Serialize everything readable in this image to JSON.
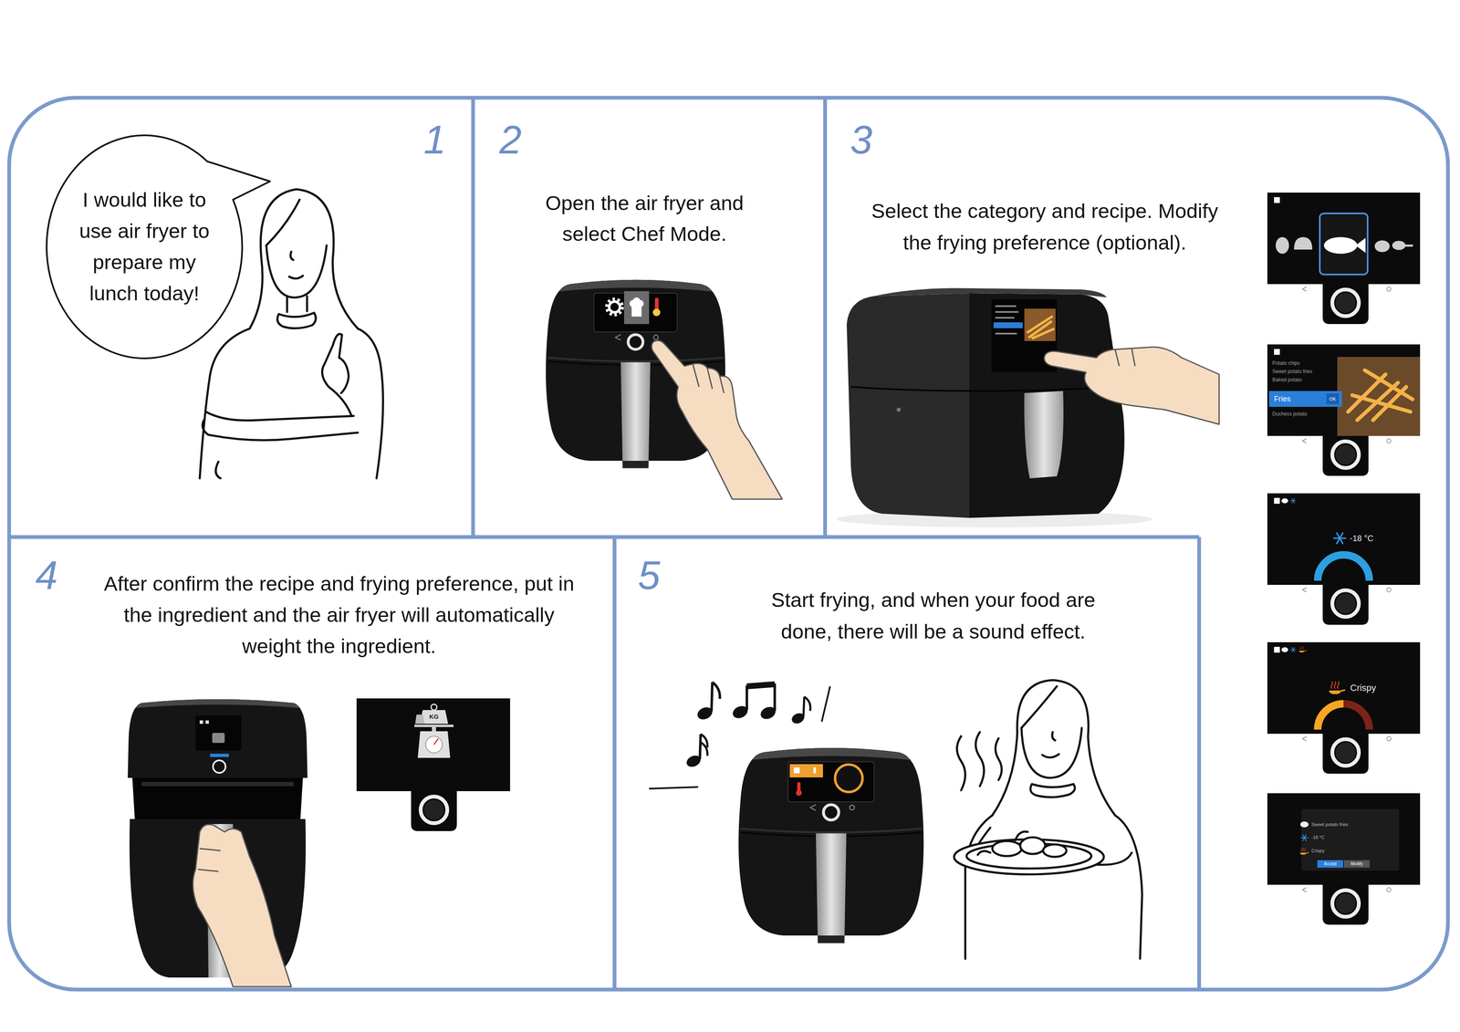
{
  "diagram": {
    "nodes": [
      {
        "text": [
          "1"
        ]
      },
      {
        "text": [
          "I would like to use air fryer to prepare my lunch today!"
        ],
        "in": 0
      },
      {
        "text": [
          "2",
          "Open the air fryer and select Chef Mode."
        ]
      },
      {
        "text": [
          "3",
          "Select the category and recipe. Modify the frying preference (optional)."
        ]
      },
      {
        "text": [
          "Potato chips",
          "Sweet potato fries",
          "Baked potato",
          "Fries",
          "OK",
          "Duchess potato"
        ],
        "in": 3
      },
      {
        "text": [
          "-18 °C"
        ],
        "in": 3
      },
      {
        "text": [
          "Crispy"
        ],
        "in": 3
      },
      {
        "text": [
          "Sweet potato fries",
          "-18 °C",
          "Crispy",
          "Accept",
          "Modify"
        ],
        "in": 3
      },
      {
        "text": [
          "4",
          "After confirm the recipe and frying preference, put in the ingredient and the air fryer will automatically weight the ingredient."
        ]
      },
      {
        "text": [
          "5",
          "Start frying, and when your food are done, there will be a sound effect."
        ]
      }
    ],
    "labels": [
      "KG"
    ]
  }
}
